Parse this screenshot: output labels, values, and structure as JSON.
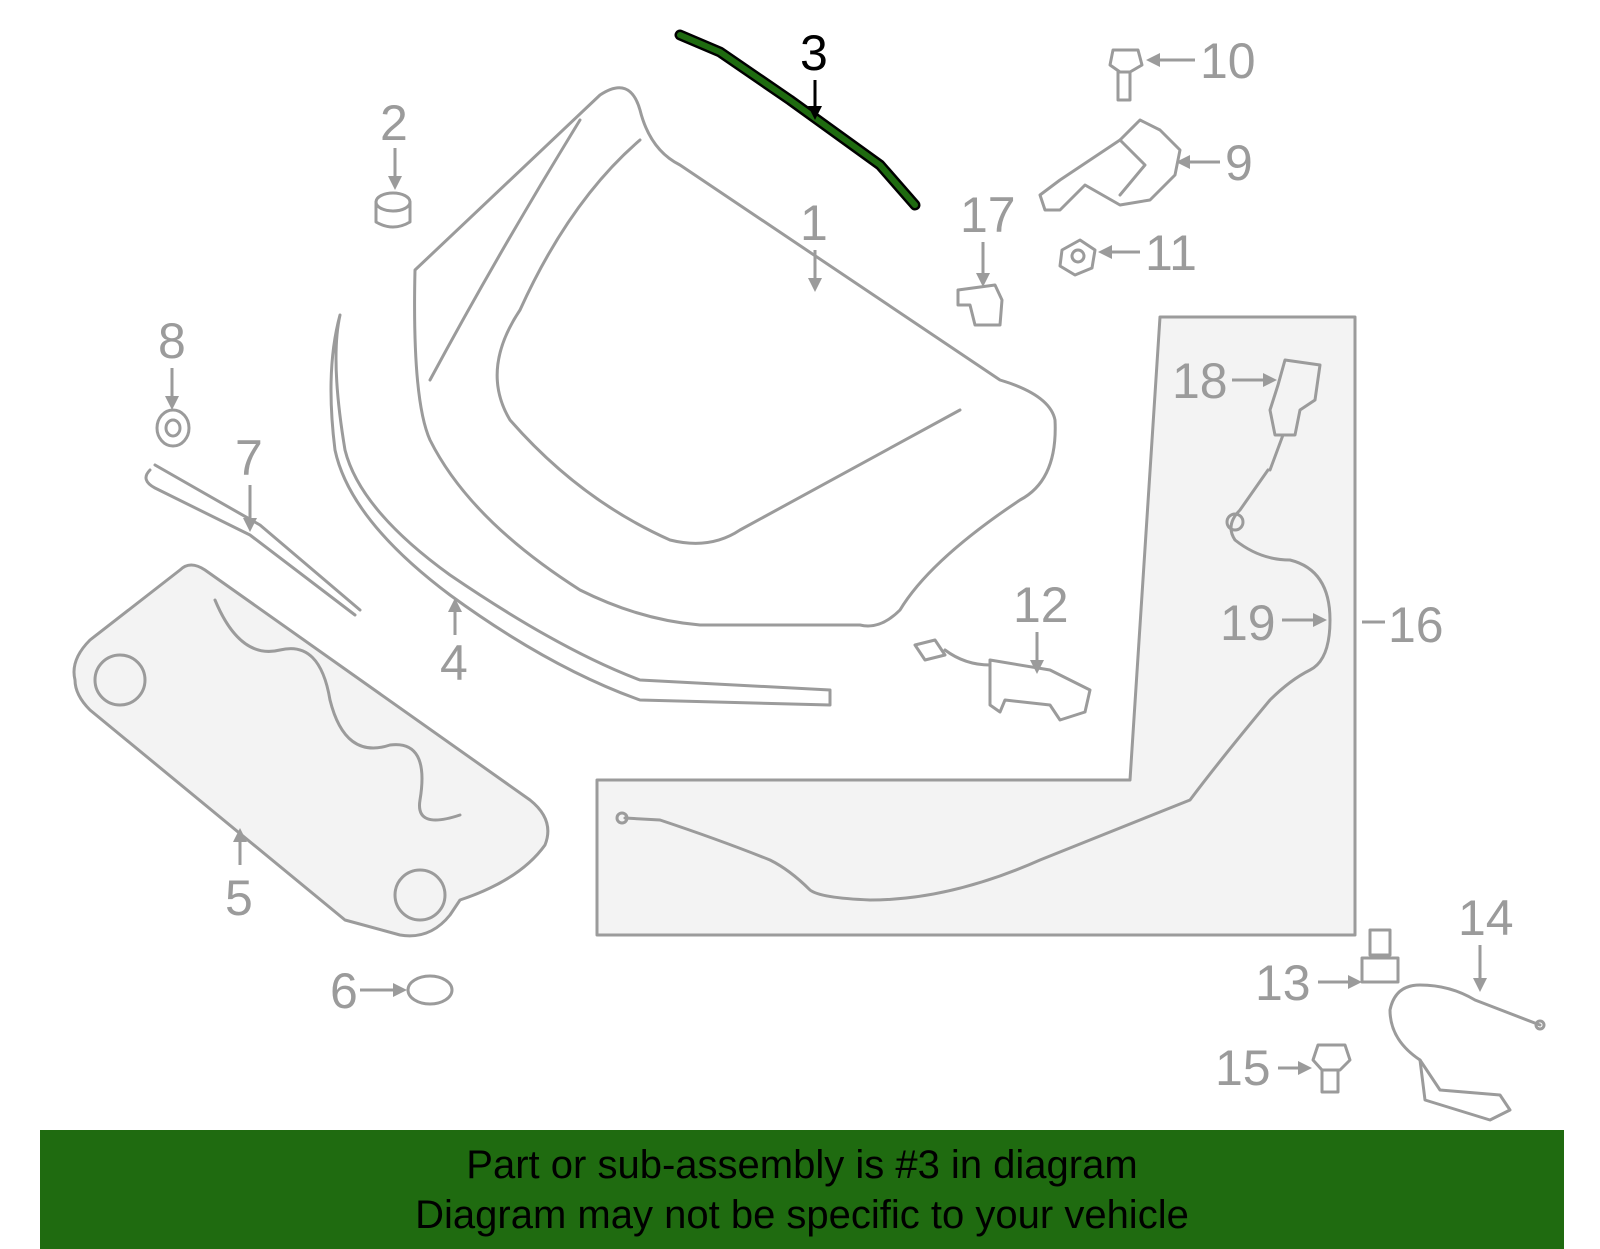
{
  "callouts": {
    "c1": "1",
    "c2": "2",
    "c3": "3",
    "c4": "4",
    "c5": "5",
    "c6": "6",
    "c7": "7",
    "c8": "8",
    "c9": "9",
    "c10": "10",
    "c11": "11",
    "c12": "12",
    "c13": "13",
    "c14": "14",
    "c15": "15",
    "c16": "16",
    "c17": "17",
    "c18": "18",
    "c19": "19"
  },
  "highlight": {
    "part": "3",
    "color": "#1f6b10"
  },
  "banner": {
    "line1": "Part or sub-assembly is #3 in diagram",
    "line2": "Diagram may not be specific to your vehicle",
    "background": "#1f6b10"
  },
  "colors": {
    "line_art": "#9b9b9b",
    "highlight_outline": "#000000"
  }
}
